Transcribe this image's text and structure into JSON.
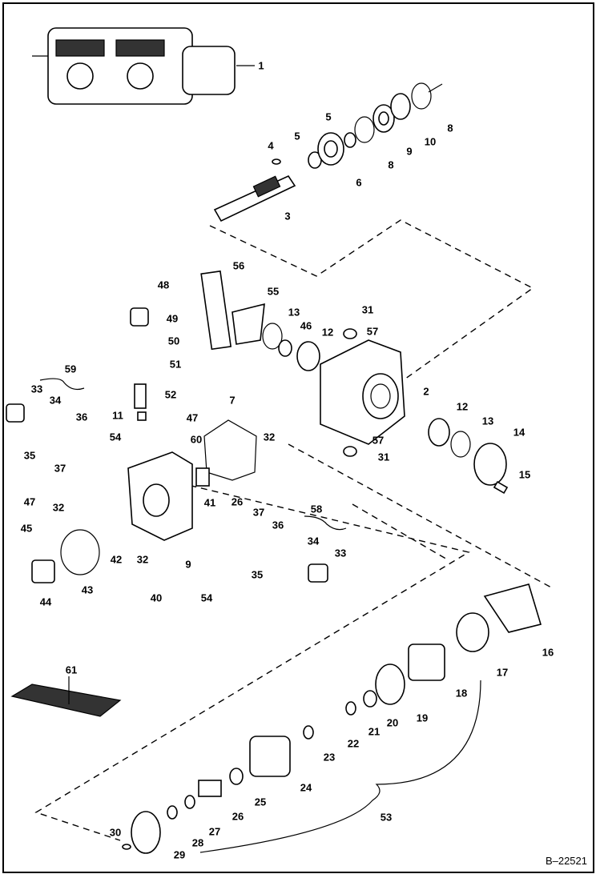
{
  "figure_code": "B–22521",
  "callouts": [
    "1",
    "2",
    "3",
    "4",
    "5",
    "5",
    "6",
    "8",
    "8",
    "9",
    "10",
    "7",
    "11",
    "12",
    "12",
    "13",
    "13",
    "14",
    "15",
    "16",
    "17",
    "18",
    "19",
    "20",
    "21",
    "22",
    "23",
    "24",
    "25",
    "26",
    "27",
    "28",
    "29",
    "30",
    "31",
    "31",
    "32",
    "32",
    "32",
    "33",
    "33",
    "34",
    "34",
    "35",
    "35",
    "36",
    "36",
    "37",
    "37",
    "40",
    "41",
    "42",
    "43",
    "44",
    "45",
    "46",
    "47",
    "47",
    "48",
    "49",
    "50",
    "51",
    "52",
    "53",
    "54",
    "54",
    "55",
    "56",
    "57",
    "57",
    "58",
    "59",
    "60",
    "61",
    "9",
    "26"
  ],
  "colors": {
    "ink": "#000000",
    "paper": "#ffffff",
    "shade": "#333333"
  }
}
